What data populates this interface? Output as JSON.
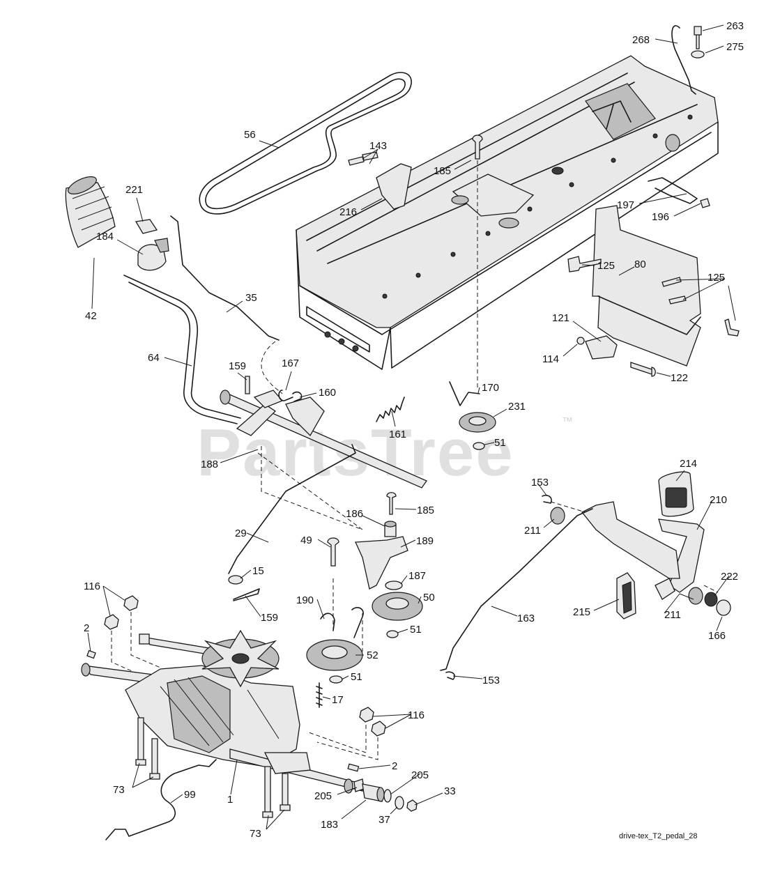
{
  "watermark": {
    "text": "PartsTree",
    "trademark": "™"
  },
  "figure_id": "drive-tex_T2_pedal_28",
  "callouts": [
    {
      "id": "c263",
      "label": "263"
    },
    {
      "id": "c268",
      "label": "268"
    },
    {
      "id": "c275",
      "label": "275"
    },
    {
      "id": "c56",
      "label": "56"
    },
    {
      "id": "c143",
      "label": "143"
    },
    {
      "id": "c185a",
      "label": "185"
    },
    {
      "id": "c216",
      "label": "216"
    },
    {
      "id": "c221",
      "label": "221"
    },
    {
      "id": "c184",
      "label": "184"
    },
    {
      "id": "c197",
      "label": "197"
    },
    {
      "id": "c196",
      "label": "196"
    },
    {
      "id": "c125a",
      "label": "125"
    },
    {
      "id": "c80",
      "label": "80"
    },
    {
      "id": "c125b",
      "label": "125"
    },
    {
      "id": "c42",
      "label": "42"
    },
    {
      "id": "c35",
      "label": "35"
    },
    {
      "id": "c121",
      "label": "121"
    },
    {
      "id": "c114",
      "label": "114"
    },
    {
      "id": "c122",
      "label": "122"
    },
    {
      "id": "c64",
      "label": "64"
    },
    {
      "id": "c159a",
      "label": "159"
    },
    {
      "id": "c167",
      "label": "167"
    },
    {
      "id": "c160",
      "label": "160"
    },
    {
      "id": "c170",
      "label": "170"
    },
    {
      "id": "c231",
      "label": "231"
    },
    {
      "id": "c161",
      "label": "161"
    },
    {
      "id": "c51a",
      "label": "51"
    },
    {
      "id": "c188",
      "label": "188"
    },
    {
      "id": "c214",
      "label": "214"
    },
    {
      "id": "c153a",
      "label": "153"
    },
    {
      "id": "c210",
      "label": "210"
    },
    {
      "id": "c185b",
      "label": "185"
    },
    {
      "id": "c186",
      "label": "186"
    },
    {
      "id": "c29",
      "label": "29"
    },
    {
      "id": "c189",
      "label": "189"
    },
    {
      "id": "c211a",
      "label": "211"
    },
    {
      "id": "c49",
      "label": "49"
    },
    {
      "id": "c15",
      "label": "15"
    },
    {
      "id": "c187",
      "label": "187"
    },
    {
      "id": "c116a",
      "label": "116"
    },
    {
      "id": "c222",
      "label": "222"
    },
    {
      "id": "c50",
      "label": "50"
    },
    {
      "id": "c190",
      "label": "190"
    },
    {
      "id": "c159b",
      "label": "159"
    },
    {
      "id": "c215",
      "label": "215"
    },
    {
      "id": "c211b",
      "label": "211"
    },
    {
      "id": "c163",
      "label": "163"
    },
    {
      "id": "c166",
      "label": "166"
    },
    {
      "id": "c2a",
      "label": "2"
    },
    {
      "id": "c51b",
      "label": "51"
    },
    {
      "id": "c52",
      "label": "52"
    },
    {
      "id": "c51c",
      "label": "51"
    },
    {
      "id": "c153b",
      "label": "153"
    },
    {
      "id": "c17",
      "label": "17"
    },
    {
      "id": "c116b",
      "label": "116"
    },
    {
      "id": "c2b",
      "label": "2"
    },
    {
      "id": "c205a",
      "label": "205"
    },
    {
      "id": "c73a",
      "label": "73"
    },
    {
      "id": "c99",
      "label": "99"
    },
    {
      "id": "c1",
      "label": "1"
    },
    {
      "id": "c205b",
      "label": "205"
    },
    {
      "id": "c33",
      "label": "33"
    },
    {
      "id": "c37",
      "label": "37"
    },
    {
      "id": "c183",
      "label": "183"
    },
    {
      "id": "c73b",
      "label": "73"
    }
  ]
}
